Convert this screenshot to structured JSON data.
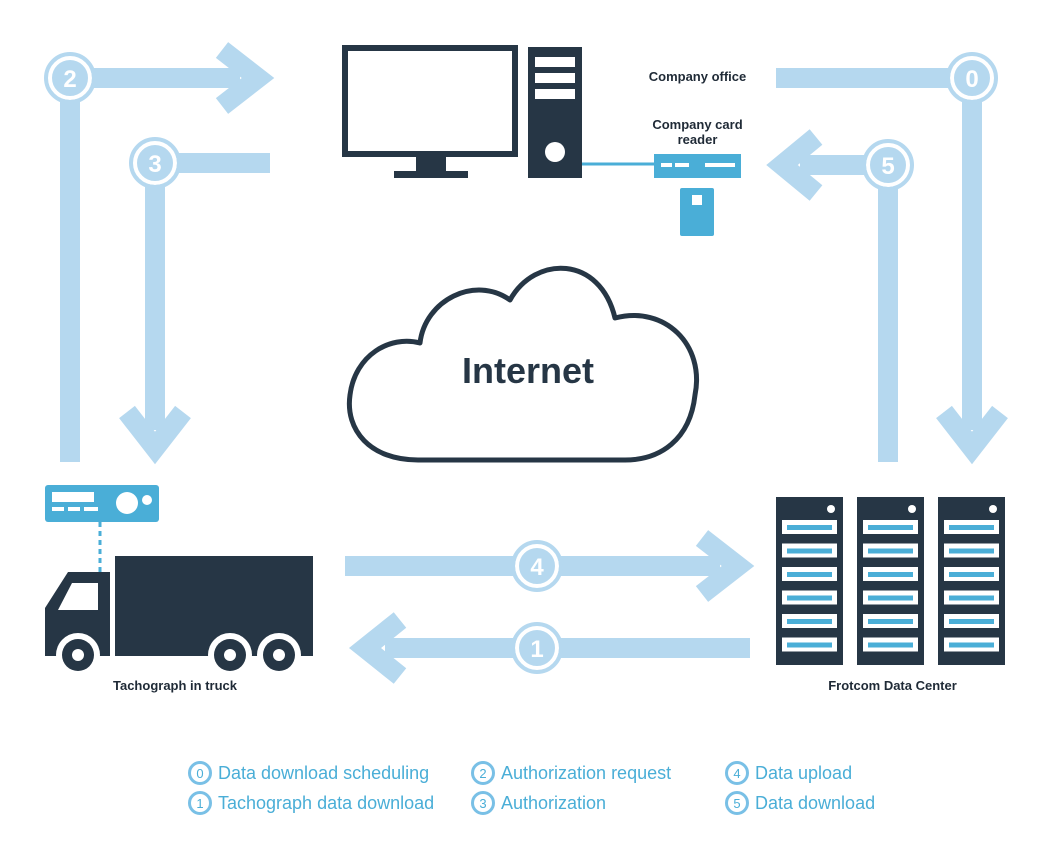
{
  "labels": {
    "company_office": "Company office",
    "card_reader": "Company card reader",
    "internet": "Internet",
    "tachograph": "Tachograph in truck",
    "data_center": "Frotcom Data Center"
  },
  "steps": {
    "s0": "0",
    "s1": "1",
    "s2": "2",
    "s3": "3",
    "s4": "4",
    "s5": "5"
  },
  "legend": [
    {
      "num": "0",
      "text": "Data download scheduling"
    },
    {
      "num": "1",
      "text": "Tachograph data download"
    },
    {
      "num": "2",
      "text": "Authorization request"
    },
    {
      "num": "3",
      "text": "Authorization"
    },
    {
      "num": "4",
      "text": "Data upload"
    },
    {
      "num": "5",
      "text": "Data download"
    }
  ],
  "colors": {
    "arrow": "#b5d8ef",
    "dark": "#263645",
    "accent": "#4aaed7"
  }
}
